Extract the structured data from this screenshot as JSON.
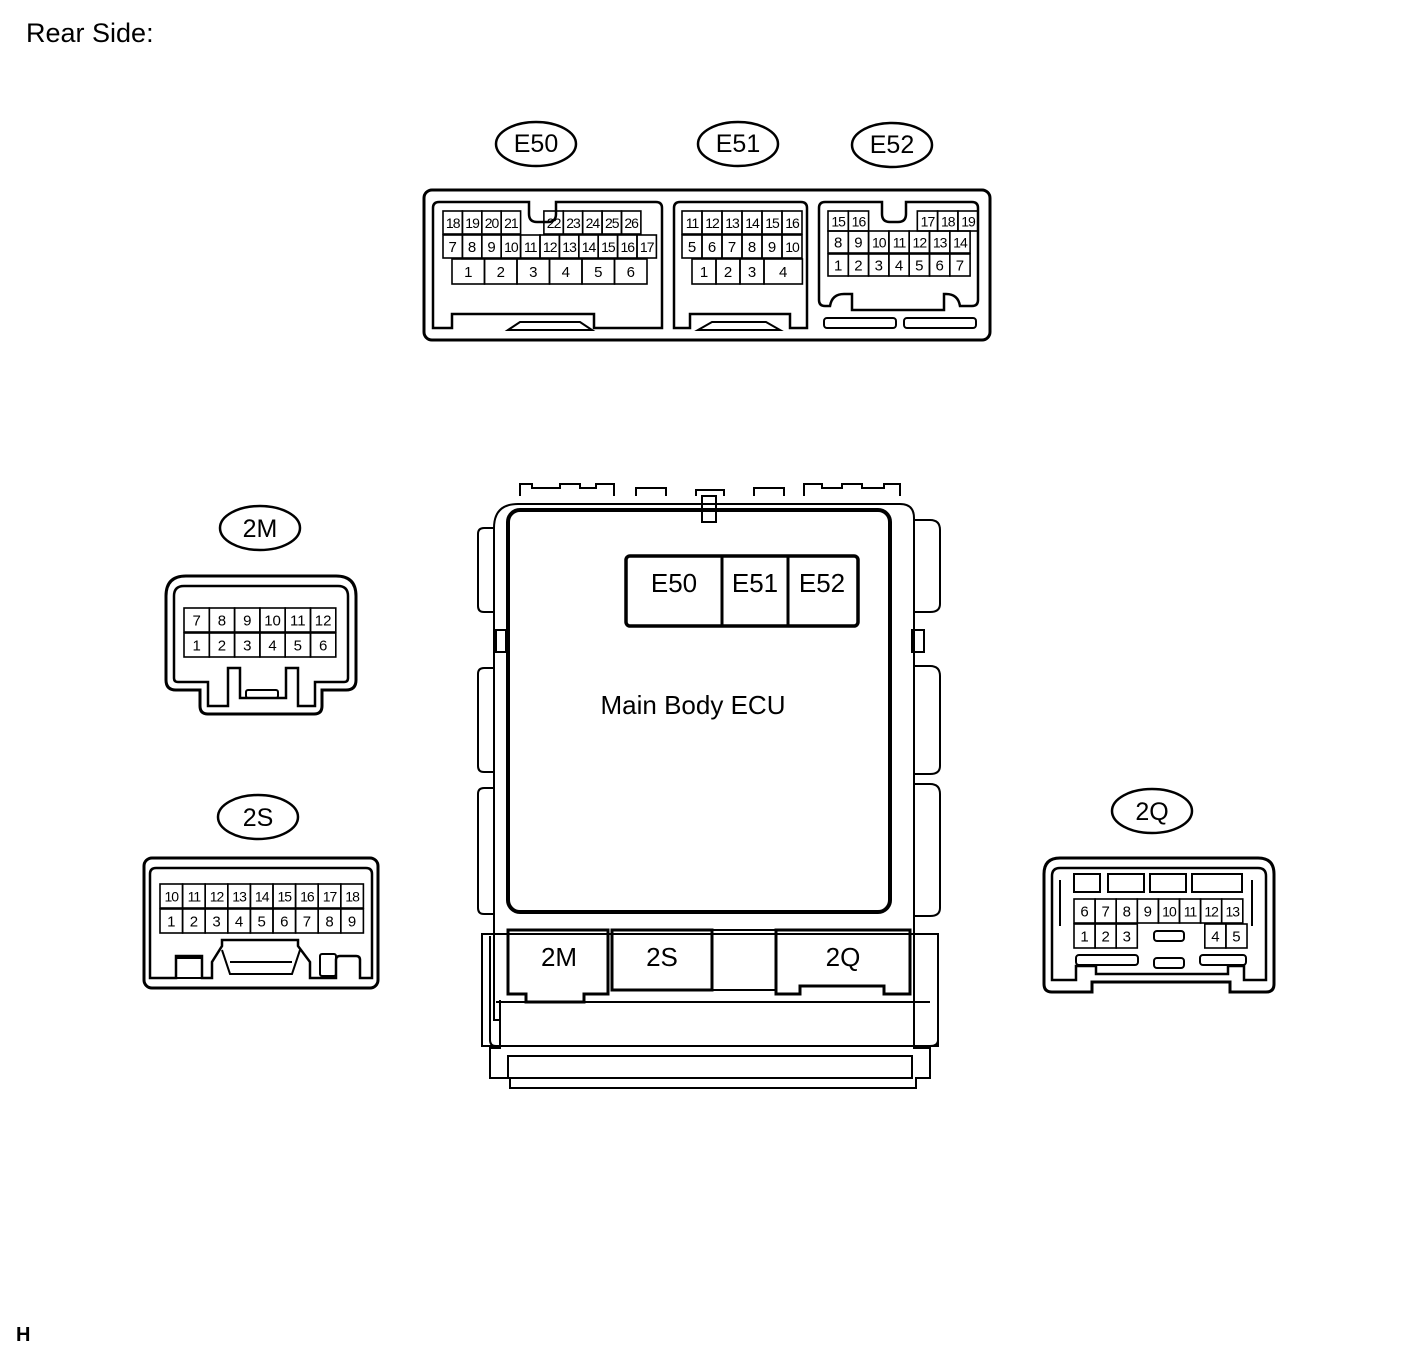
{
  "heading": "Rear Side:",
  "corner_mark": "H",
  "ecu": {
    "label": "Main Body ECU",
    "top_ports": [
      "E50",
      "E51",
      "E52"
    ],
    "bottom_ports": [
      "2M",
      "2S",
      "",
      "2Q"
    ]
  },
  "connectors": [
    {
      "id": "E50",
      "rows": [
        [
          "18",
          "19",
          "20",
          "21",
          "",
          "22",
          "23",
          "24",
          "25",
          "26"
        ],
        [
          "7",
          "8",
          "9",
          "10",
          "11",
          "12",
          "13",
          "14",
          "15",
          "16",
          "17"
        ],
        [
          "1",
          "2",
          "3",
          "4",
          "5",
          "6"
        ]
      ]
    },
    {
      "id": "E51",
      "rows": [
        [
          "11",
          "12",
          "13",
          "14",
          "15",
          "16"
        ],
        [
          "5",
          "6",
          "7",
          "8",
          "9",
          "10"
        ],
        [
          "1",
          "2",
          "3",
          "4"
        ]
      ]
    },
    {
      "id": "E52",
      "rows": [
        [
          "15",
          "16",
          "",
          "17",
          "18",
          "19"
        ],
        [
          "8",
          "9",
          "10",
          "11",
          "12",
          "13",
          "14"
        ],
        [
          "1",
          "2",
          "3",
          "4",
          "5",
          "6",
          "7"
        ]
      ]
    },
    {
      "id": "2M",
      "rows": [
        [
          "7",
          "8",
          "9",
          "10",
          "11",
          "12"
        ],
        [
          "1",
          "2",
          "3",
          "4",
          "5",
          "6"
        ]
      ]
    },
    {
      "id": "2S",
      "rows": [
        [
          "10",
          "11",
          "12",
          "13",
          "14",
          "15",
          "16",
          "17",
          "18"
        ],
        [
          "1",
          "2",
          "3",
          "4",
          "5",
          "6",
          "7",
          "8",
          "9"
        ]
      ]
    },
    {
      "id": "2Q",
      "rows": [
        [
          "6",
          "7",
          "8",
          "9",
          "10",
          "11",
          "12",
          "13"
        ],
        [
          "1",
          "2",
          "3",
          "",
          "4",
          "5"
        ]
      ]
    }
  ]
}
